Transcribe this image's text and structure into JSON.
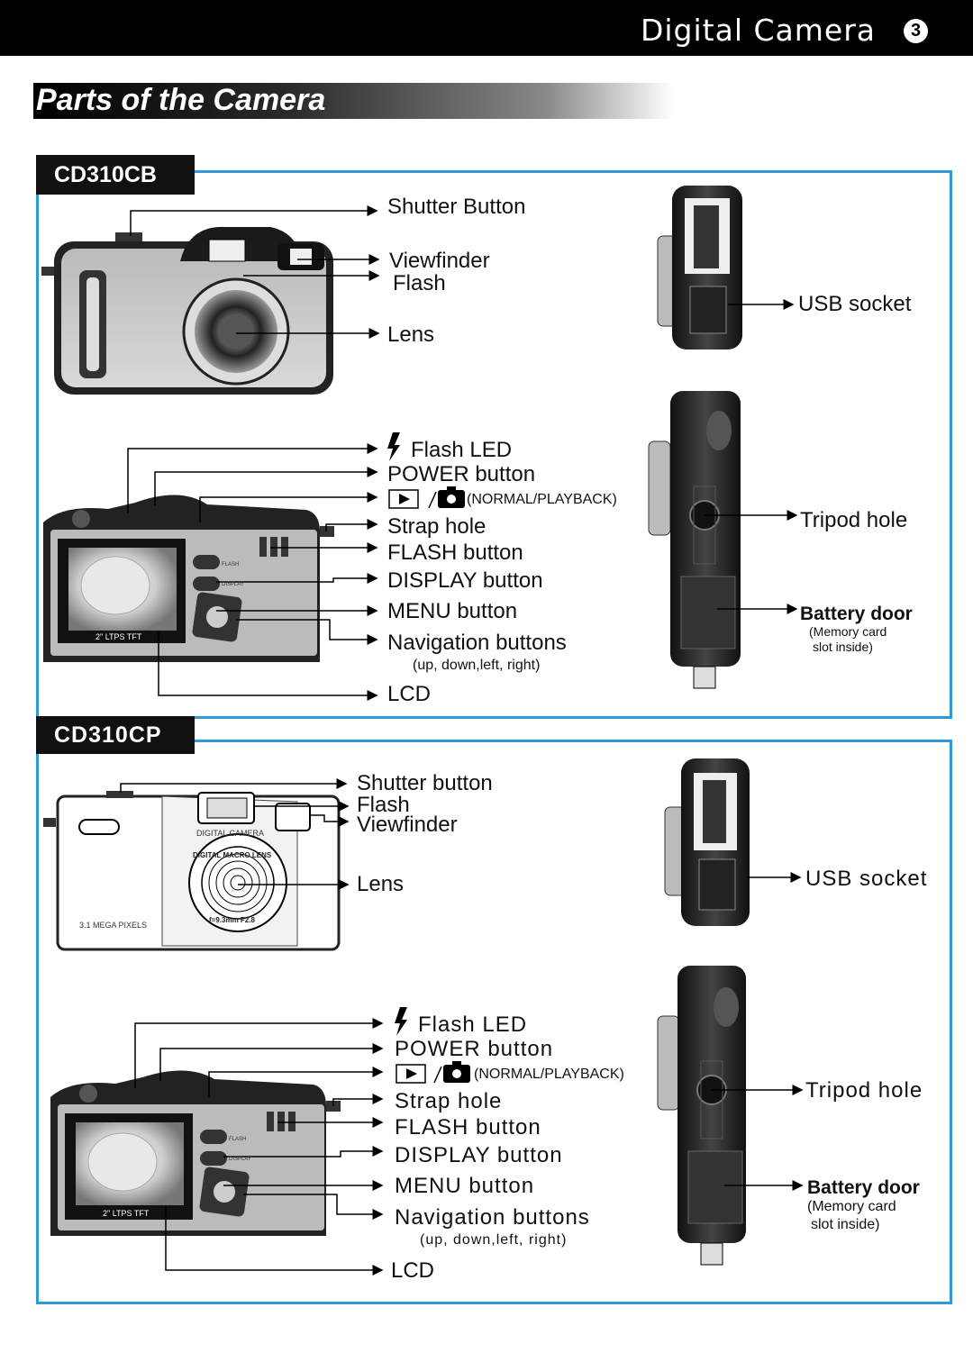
{
  "header": {
    "title": "Digital Camera",
    "page_number": "3"
  },
  "section_title": "Parts of the Camera",
  "models": [
    {
      "tab": "CD310CB",
      "front_labels": {
        "shutter": "Shutter Button",
        "viewfinder": "Viewfinder",
        "flash": "Flash",
        "lens": "Lens"
      },
      "side_label_usb": "USB socket",
      "back_labels": {
        "flash_led": "Flash LED",
        "power": "POWER button",
        "mode": "(NORMAL/PLAYBACK)",
        "strap": "Strap hole",
        "flash_btn": "FLASH button",
        "display": "DISPLAY button",
        "menu": "MENU button",
        "nav": "Navigation buttons",
        "nav_note": "(up, down,left, right)",
        "lcd": "LCD"
      },
      "bottom_labels": {
        "tripod": "Tripod hole",
        "battery": "Battery door",
        "battery_note1": "(Memory card",
        "battery_note2": "slot inside)"
      },
      "camera_text": {
        "lcd_label": "2\" LTPS TFT",
        "flash_key": "FLASH",
        "display_key": "DISPLAY"
      }
    },
    {
      "tab": "CD310CP",
      "front_labels": {
        "shutter": "Shutter button",
        "flash": "Flash",
        "viewfinder": "Viewfinder",
        "lens": "Lens"
      },
      "side_label_usb": "USB socket",
      "back_labels": {
        "flash_led": "Flash LED",
        "power": "POWER button",
        "mode": "(NORMAL/PLAYBACK)",
        "strap": "Strap hole",
        "flash_btn": "FLASH button",
        "display": "DISPLAY button",
        "menu": "MENU button",
        "nav": "Navigation buttons",
        "nav_note": "(up, down,left, right)",
        "lcd": "LCD"
      },
      "bottom_labels": {
        "tripod": "Tripod hole",
        "battery": "Battery door",
        "battery_note1": "(Memory card",
        "battery_note2": "slot inside)"
      },
      "camera_text": {
        "digital_camera": "DIGITAL CAMERA",
        "macro_lens": "DIGITAL MACRO LENS",
        "focal": "f=9.3mm F2.8",
        "megapixels": "3.1 MEGA PIXELS",
        "lcd_label": "2\" LTPS TFT",
        "flash_key": "FLASH",
        "display_key": "DISPLAY"
      }
    }
  ]
}
